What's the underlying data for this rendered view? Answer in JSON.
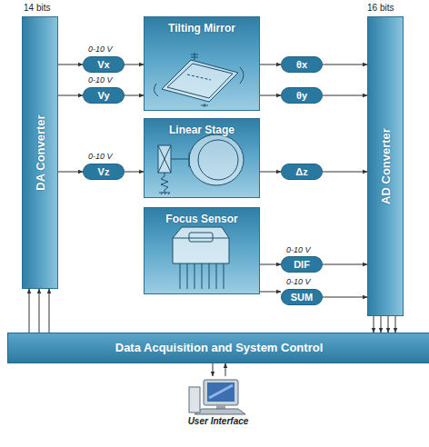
{
  "diagram": {
    "nodes": [
      {
        "text": [
          "DA Converter"
        ]
      },
      {
        "text": [
          "Vx"
        ]
      },
      {
        "text": [
          "Vy"
        ]
      },
      {
        "text": [
          "Vz"
        ]
      },
      {
        "text": [
          "Tilting Mirror"
        ]
      },
      {
        "text": [
          "Linear Stage"
        ]
      },
      {
        "text": [
          "Focus Sensor"
        ]
      },
      {
        "text": [
          "θx"
        ]
      },
      {
        "text": [
          "θy"
        ]
      },
      {
        "text": [
          "Δz"
        ]
      },
      {
        "text": [
          "DIF"
        ]
      },
      {
        "text": [
          "SUM"
        ]
      },
      {
        "text": [
          "AD Converter"
        ]
      },
      {
        "text": [
          "Data Acquisition and System Control"
        ]
      },
      {
        "text": [
          "User Interface"
        ]
      }
    ],
    "edges": [
      {
        "from": 0,
        "to": 1,
        "arrow": "to"
      },
      {
        "from": 1,
        "to": 4,
        "arrow": "to"
      },
      {
        "from": 0,
        "to": 2,
        "arrow": "to"
      },
      {
        "from": 2,
        "to": 4,
        "arrow": "to"
      },
      {
        "from": 0,
        "to": 3,
        "arrow": "to"
      },
      {
        "from": 3,
        "to": 5,
        "arrow": "to"
      },
      {
        "from": 4,
        "to": 7,
        "arrow": "to"
      },
      {
        "from": 7,
        "to": 12,
        "arrow": "to"
      },
      {
        "from": 4,
        "to": 8,
        "arrow": "to"
      },
      {
        "from": 8,
        "to": 12,
        "arrow": "to"
      },
      {
        "from": 5,
        "to": 9,
        "arrow": "to"
      },
      {
        "from": 9,
        "to": 12,
        "arrow": "to"
      },
      {
        "from": 6,
        "to": 10,
        "arrow": "to"
      },
      {
        "from": 10,
        "to": 12,
        "arrow": "to"
      },
      {
        "from": 6,
        "to": 11,
        "arrow": "to"
      },
      {
        "from": 11,
        "to": 12,
        "arrow": "to"
      },
      {
        "from": 13,
        "to": 0,
        "arrow": "to"
      },
      {
        "from": 13,
        "to": 0,
        "arrow": "to"
      },
      {
        "from": 13,
        "to": 0,
        "arrow": "to"
      },
      {
        "from": 12,
        "to": 13,
        "arrow": "to"
      },
      {
        "from": 12,
        "to": 13,
        "arrow": "to"
      },
      {
        "from": 12,
        "to": 13,
        "arrow": "to"
      },
      {
        "from": 12,
        "to": 13,
        "arrow": "to"
      },
      {
        "from": 13,
        "to": 14,
        "arrow": "to"
      },
      {
        "from": 14,
        "to": 13,
        "arrow": "to"
      }
    ],
    "labels": [
      "14 bits",
      "16 bits",
      "0-10 V",
      "0-10 V",
      "0-10 V",
      "0-10 V",
      "0-10 V"
    ]
  }
}
